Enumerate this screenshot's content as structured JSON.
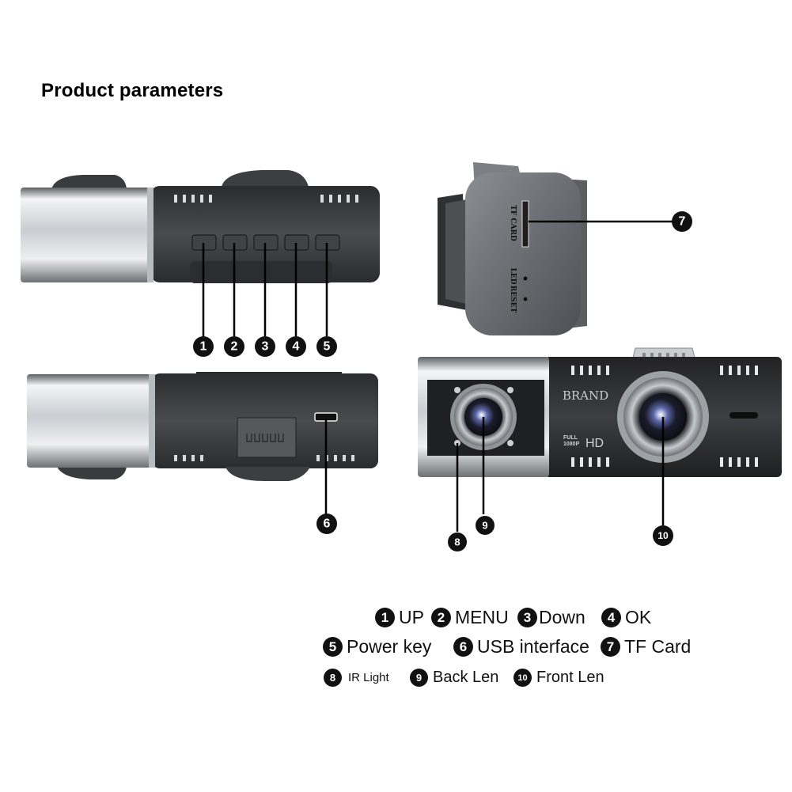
{
  "title": "Product parameters",
  "device": {
    "brand_text": "BRAND",
    "hd_full": "FULL",
    "hd_res": "1080P",
    "hd_mark": "HD",
    "slot_label": "TF CARD",
    "led_label": "LED",
    "reset_label": "RESET"
  },
  "callouts": [
    "1",
    "2",
    "3",
    "4",
    "5",
    "6",
    "7",
    "8",
    "9",
    "10"
  ],
  "legend": [
    {
      "num": "1",
      "label": "UP"
    },
    {
      "num": "2",
      "label": "MENU"
    },
    {
      "num": "3",
      "label": "Down"
    },
    {
      "num": "4",
      "label": "OK"
    },
    {
      "num": "5",
      "label": "Power key"
    },
    {
      "num": "6",
      "label": "USB interface"
    },
    {
      "num": "7",
      "label": "TF Card"
    },
    {
      "num": "8",
      "label": "IR Light"
    },
    {
      "num": "9",
      "label": "Back Len"
    },
    {
      "num": "10",
      "label": "Front Len"
    }
  ],
  "colors": {
    "badge": "#111111",
    "body_dark": "#3a3a3c",
    "metal_light": "#d8dde2"
  }
}
